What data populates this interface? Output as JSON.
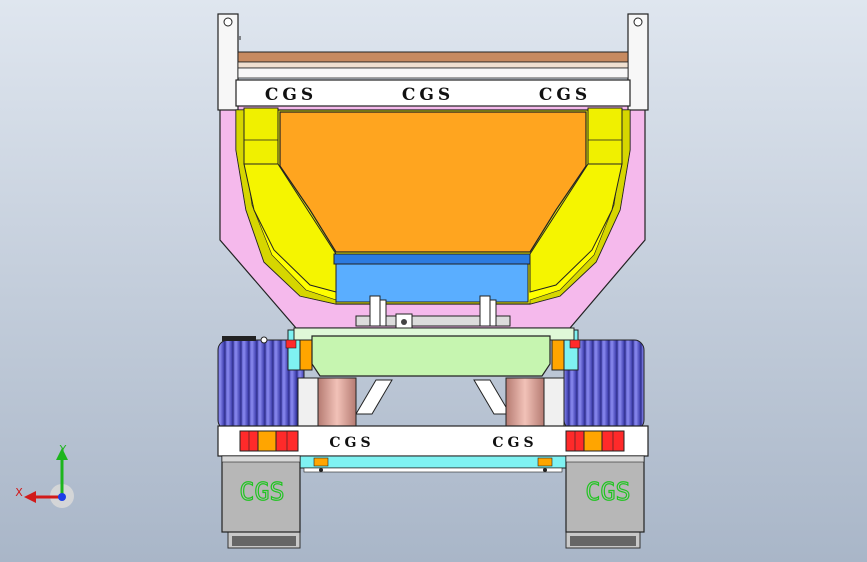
{
  "scene": {
    "background_top": "#dfe6ef",
    "background_bottom": "#a9b6c8"
  },
  "trailer": {
    "top_banner_labels": [
      "CGS",
      "CGS",
      "CGS"
    ],
    "bumper_labels": [
      "CGS",
      "CGS"
    ],
    "mudflap_labels": [
      "CGS",
      "CGS"
    ],
    "colors": {
      "body_pink": "#f5b9ec",
      "liner_yellow": "#ffff00",
      "liner_orange": "#ffa51f",
      "floor_blue": "#5aaeff",
      "axle_green": "#c6f5b0",
      "tire_blue": "#6f6fe0",
      "strut_salmon": "#e6a8a0",
      "frame_cyan": "#7ff2f2",
      "mudflap_gray": "#b7b7b7",
      "mudflap_text_green": "#21c421",
      "light_red": "#ff2a2a",
      "light_orange": "#ffa500"
    }
  },
  "triad": {
    "x_label": "X",
    "y_label": "Y"
  }
}
